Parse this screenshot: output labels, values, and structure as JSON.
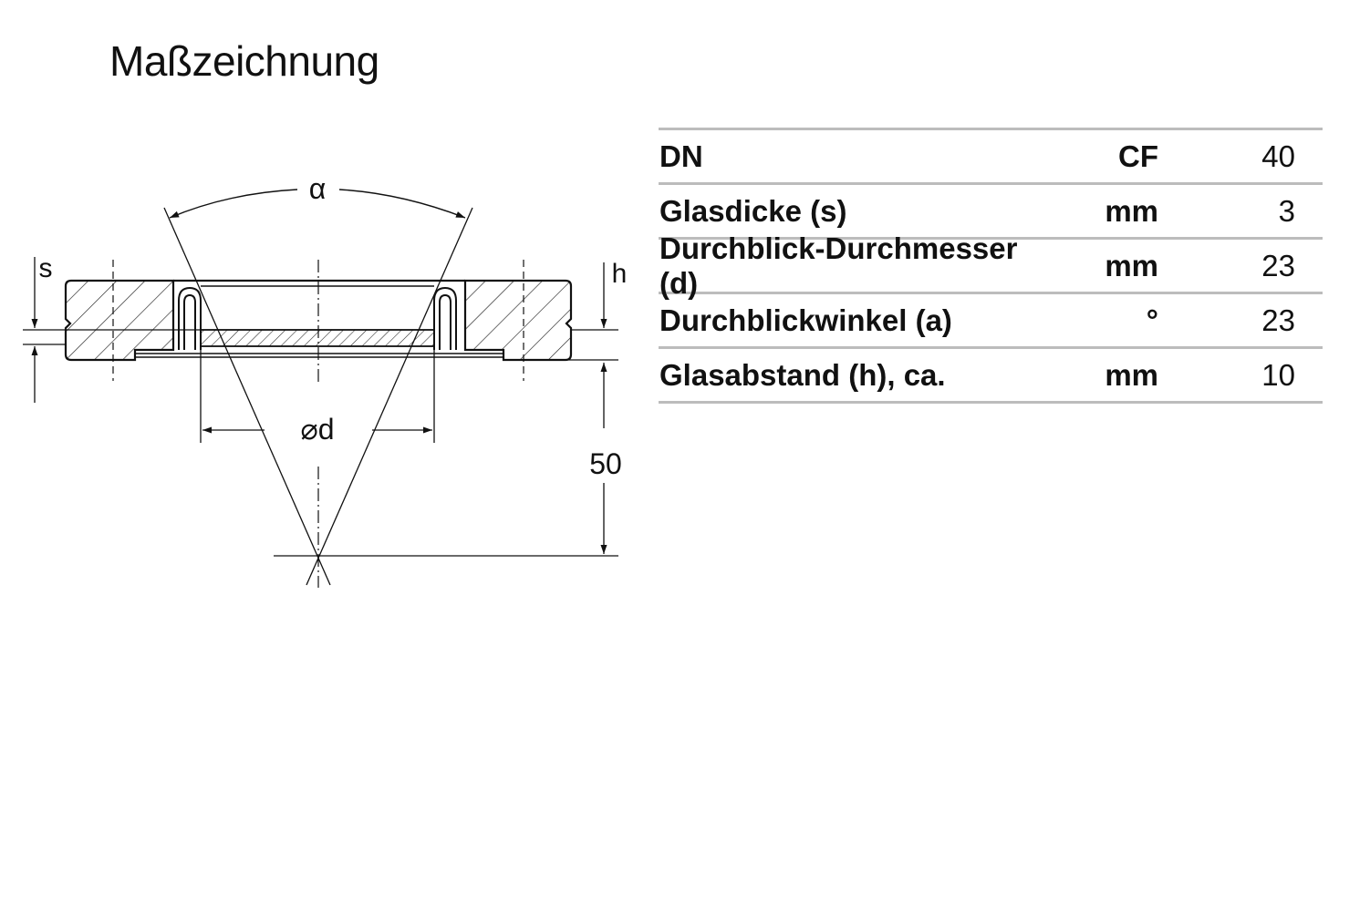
{
  "title": "Maßzeichnung",
  "drawing": {
    "label_alpha": "α",
    "label_s": "s",
    "label_h": "h",
    "label_d": "⌀d",
    "label_distance": "50"
  },
  "table": {
    "rows": [
      {
        "label": "DN",
        "unit": "CF",
        "value": "40"
      },
      {
        "label": "Glasdicke (s)",
        "unit": "mm",
        "value": "3"
      },
      {
        "label": "Durchblick-Durchmesser (d)",
        "unit": "mm",
        "value": "23"
      },
      {
        "label": "Durchblickwinkel (a)",
        "unit": "°",
        "value": "23"
      },
      {
        "label": "Glasabstand (h), ca.",
        "unit": "mm",
        "value": "10"
      }
    ]
  }
}
